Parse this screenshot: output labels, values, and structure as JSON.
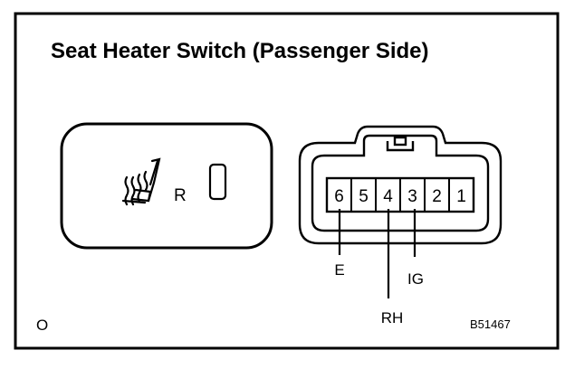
{
  "title": "Seat Heater Switch (Passenger Side)",
  "switch": {
    "icon": "seat-heater-icon",
    "side_label": "R"
  },
  "connector": {
    "pins": [
      "6",
      "5",
      "4",
      "3",
      "2",
      "1"
    ],
    "wires": [
      {
        "pin": "6",
        "label": "E"
      },
      {
        "pin": "4",
        "label": "RH"
      },
      {
        "pin": "3",
        "label": "IG"
      }
    ]
  },
  "corner_mark": "O",
  "figure_code": "B51467"
}
